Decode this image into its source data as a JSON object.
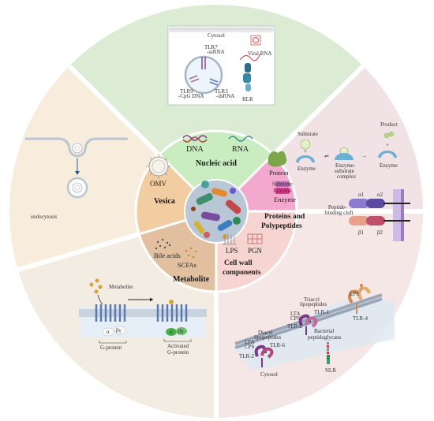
{
  "colors": {
    "top": "#dcebd3",
    "upper_right": "#f1e2e5",
    "lower_right": "#f5e7e5",
    "lower_left": "#f3ece2",
    "upper_left": "#f8ecdd",
    "inner_nucleic": "#c9ecc0",
    "inner_proteins": "#f2a9cd",
    "inner_cellwall": "#f6d4d1",
    "inner_metabolite": "#e2c09f",
    "inner_vesica": "#f2cda2"
  },
  "inner": {
    "nucleic_title": "Nucleic acid",
    "dna": "DNA",
    "rna": "RNA",
    "proteins_title_1": "Proteins and",
    "proteins_title_2": "Polypeptides",
    "protein": "Protein",
    "enzyme": "Enzyme",
    "substrate_small": "Substrate",
    "cellwall_title_1": "Cell wall",
    "cellwall_title_2": "components",
    "lps": "LPS",
    "pgn": "PGN",
    "metabolite_title": "Metabolite",
    "bile_acids": "Bile acids",
    "scfas": "SCFAs",
    "vesica_title": "Vesica",
    "omv": "OMV"
  },
  "top_panel": {
    "cytosol": "Cytosol",
    "tlr7": "TLR7",
    "ssrna": "-ssRNA",
    "tlr9": "TLR9",
    "cpg": "-CpG DNA",
    "tlr3": "TLR3",
    "dsrna": "-dsRNA",
    "viral_rna": "Viral RNA",
    "rlr": "RLR"
  },
  "enzyme_panel": {
    "substrate": "Substrate",
    "product": "Product",
    "enzyme_left": "Enzyme",
    "complex_1": "Enzyme-",
    "complex_2": "substrate",
    "complex_3": "complex",
    "enzyme_right": "Enzyme",
    "alpha1": "α1",
    "alpha2": "α2",
    "beta1": "β1",
    "beta2": "β2",
    "cleft_1": "Peptide-",
    "cleft_2": "binding cleft"
  },
  "cellwall_panel": {
    "lps": "LPS",
    "triacyl_1": "Triacyl",
    "triacyl_2": "lipopeptides",
    "tlr1": "TLR-1",
    "lta_cps_top_1": "LTA",
    "lta_cps_top_2": "CPS",
    "tlr2_top": "TLR-2",
    "tlr4": "TLR-4",
    "diacyl_1": "Diacyl",
    "diacyl_2": "lipopeptides",
    "tlr6": "TLR-6",
    "lta_cps_bot_1": "LTA",
    "lta_cps_bot_2": "CPS",
    "tlr2_bot": "TLR-2",
    "bact_1": "Bacterial",
    "bact_2": "peptidoglycans",
    "nlr": "NLR",
    "cytosol": "Cytosol"
  },
  "metabolite_panel": {
    "metabolite": "Metabolite",
    "alpha_l": "α",
    "bg_l": "βγ",
    "gprotein": "G-protein",
    "alpha_r": "α",
    "bg_r": "βγ",
    "activated_1": "Activated",
    "activated_2": "G-protein"
  },
  "vesica_panel": {
    "endocytosis": "endocytosis"
  }
}
